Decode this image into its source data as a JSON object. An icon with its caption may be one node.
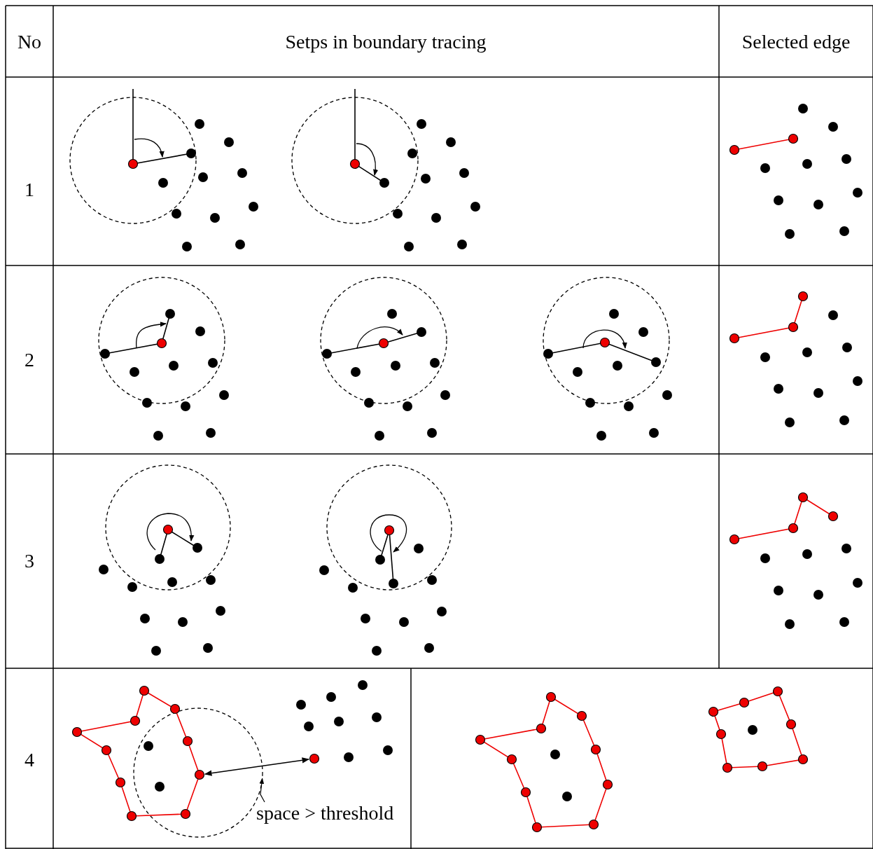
{
  "diagram": {
    "nodes": [
      {
        "text": [
          "space > threshold"
        ]
      },
      {
        "text": [],
        "shape": "circle"
      }
    ],
    "edges": [
      {
        "from": 0,
        "to": 1,
        "arrow": "to"
      }
    ],
    "labels": [
      "No",
      "Setps in boundary tracing",
      "Selected edge",
      "1",
      "2",
      "3",
      "4"
    ]
  }
}
